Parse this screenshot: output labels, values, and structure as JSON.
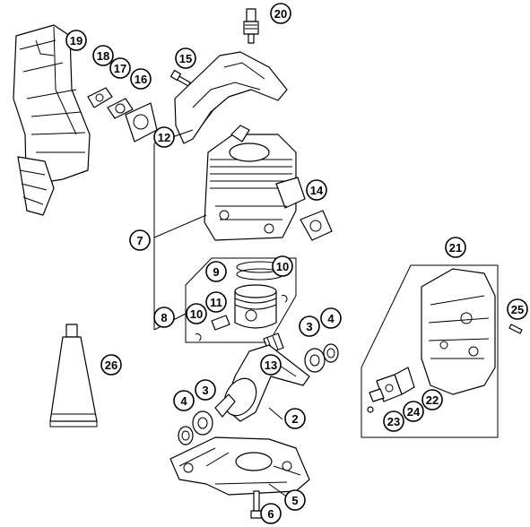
{
  "callouts": {
    "c2": "2",
    "c3a": "3",
    "c3b": "3",
    "c4a": "4",
    "c4b": "4",
    "c5": "5",
    "c6": "6",
    "c7": "7",
    "c8": "8",
    "c9": "9",
    "c10a": "10",
    "c10b": "10",
    "c11": "11",
    "c12": "12",
    "c13": "13",
    "c14": "14",
    "c15": "15",
    "c16": "16",
    "c17": "17",
    "c18": "18",
    "c19": "19",
    "c20": "20",
    "c21": "21",
    "c22": "22",
    "c23": "23",
    "c24": "24",
    "c25": "25",
    "c26": "26"
  }
}
